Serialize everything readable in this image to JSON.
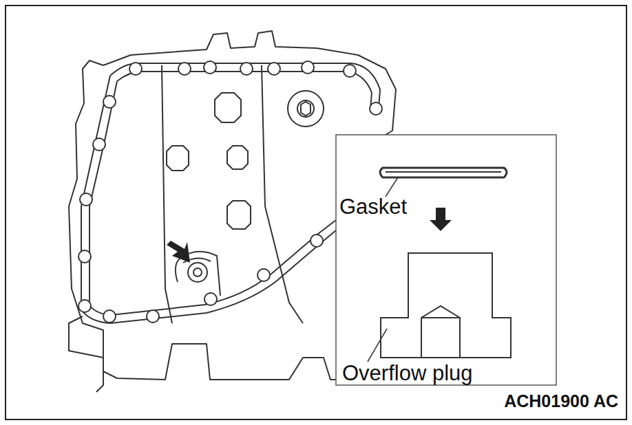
{
  "diagram": {
    "labels": [
      "Gasket",
      "Overflow plug",
      "ACH01900 AC"
    ]
  }
}
